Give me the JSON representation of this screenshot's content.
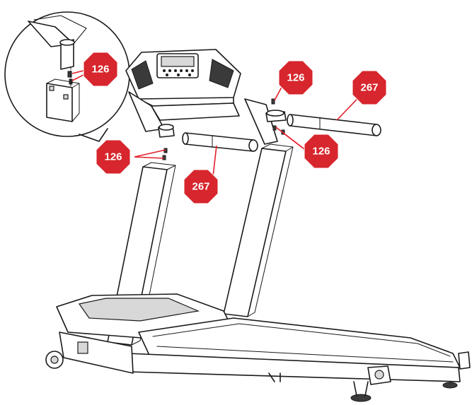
{
  "diagram": {
    "callout_color": "#d7262d",
    "callouts": [
      {
        "id": "c1",
        "label": "126"
      },
      {
        "id": "c2",
        "label": "126"
      },
      {
        "id": "c3",
        "label": "126"
      },
      {
        "id": "c4",
        "label": "126"
      },
      {
        "id": "c5",
        "label": "267"
      },
      {
        "id": "c6",
        "label": "267"
      }
    ]
  }
}
